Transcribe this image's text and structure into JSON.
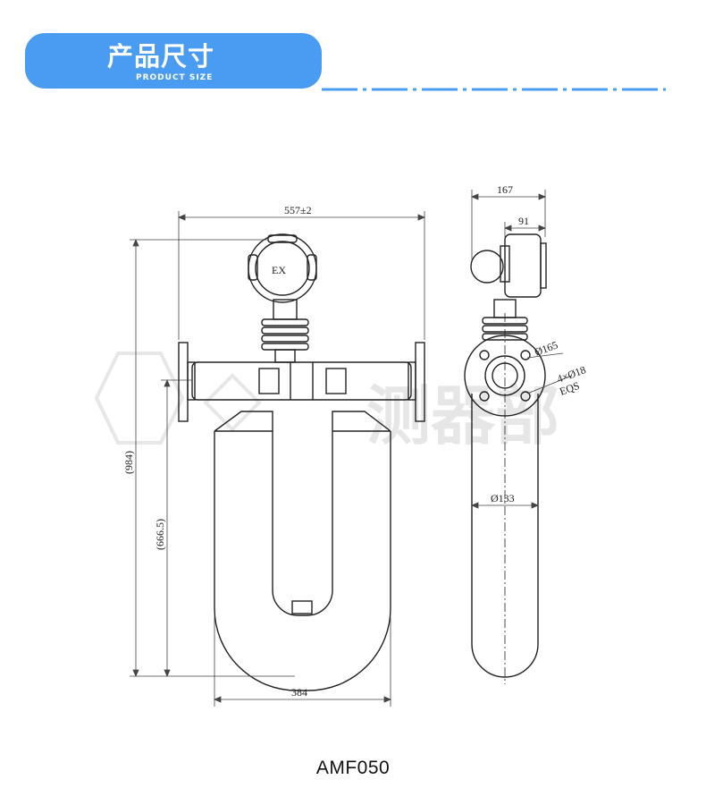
{
  "header": {
    "title": "产品尺寸",
    "subtitle": "PRODUCT SIZE",
    "accent_color": "#4a9cf2"
  },
  "drawing": {
    "front_view": {
      "overall_width": "557±2",
      "overall_height": "(984)",
      "tube_height": "(666.5)",
      "tube_width": "384",
      "housing_mark": "EX"
    },
    "side_view": {
      "depth": "167",
      "housing_offset": "91",
      "flange_diameter": "Ø165",
      "bolt_holes": "4×Ø18",
      "bolt_circle": "EQS",
      "tube_diameter": "Ø133"
    },
    "watermark": "测器部"
  },
  "model": "AMF050"
}
